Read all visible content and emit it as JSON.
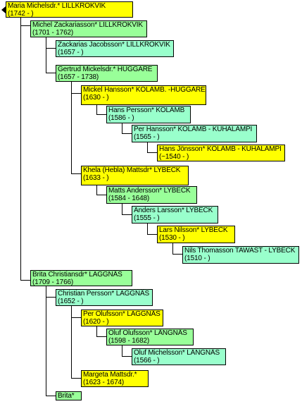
{
  "colors": {
    "yellow": "#ffff00",
    "green": "#99ff99",
    "aqua": "#99ffcc",
    "line": "#000000"
  },
  "back_arrow_icon": "triangle-left",
  "nodes": [
    {
      "id": "n1",
      "name": "Maria Michelsdr.* LILLKROKVIK",
      "dates": "(1742 - )"
    },
    {
      "id": "n2",
      "name": "Michel Zackariasson* LILLKROKVIK",
      "dates": "(1701 - 1762)"
    },
    {
      "id": "n3",
      "name": "Zackarias Jacobsson* LILLKROKVIK",
      "dates": "(1657 - )"
    },
    {
      "id": "n4",
      "name": "Gertrud Mickelsdr.* HUGGARE",
      "dates": "(1657 - 1738)"
    },
    {
      "id": "n5",
      "name": "Mickel Hansson* KOLAMB. -HUGGARE",
      "dates": "(1630 - )"
    },
    {
      "id": "n6",
      "name": "Hans Persson* KOLAMB",
      "dates": "(1586 - )"
    },
    {
      "id": "n7",
      "name": "Per Hansson* KOLAMB - KUHALAMPI",
      "dates": "(1565 - )"
    },
    {
      "id": "n8",
      "name": "Hans Jönsson* KOLAMB - KUHALAMPI",
      "dates": "(~1540 - )"
    },
    {
      "id": "n9",
      "name": "Khela (Hebla) Mattsdr* LYBECK",
      "dates": "(1633 - )"
    },
    {
      "id": "n10",
      "name": "Matts Andersson* LYBECK",
      "dates": "(1584 - 1648)"
    },
    {
      "id": "n11",
      "name": "Anders Larsson* LYBECK",
      "dates": "(1555 - )"
    },
    {
      "id": "n12",
      "name": "Lars Nilsson* LYBECK",
      "dates": "(1530 - )"
    },
    {
      "id": "n13",
      "name": "Nils Thomasson TAWAST - LYBECK",
      "dates": "(1510 - )"
    },
    {
      "id": "n14",
      "name": "Brita Christiansdr* LAGGNÄS",
      "dates": "(1709 - 1766)"
    },
    {
      "id": "n15",
      "name": "Christian Persson* LAGGNÄS",
      "dates": "(1652 - )"
    },
    {
      "id": "n16",
      "name": "Per Olufsson* LAGGNÄS",
      "dates": "(1620 - )"
    },
    {
      "id": "n17",
      "name": "Oluf Olufsson* LÄNGNÄS",
      "dates": "(1598 - 1682)"
    },
    {
      "id": "n18",
      "name": "Oluf Michelsson* LÄNGNÄS",
      "dates": "(1566 - )"
    },
    {
      "id": "n19",
      "name": "Margeta Mattsdr.*",
      "dates": "(1623 - 1674)"
    },
    {
      "id": "n20",
      "name": "Brita*",
      "dates": ""
    }
  ]
}
